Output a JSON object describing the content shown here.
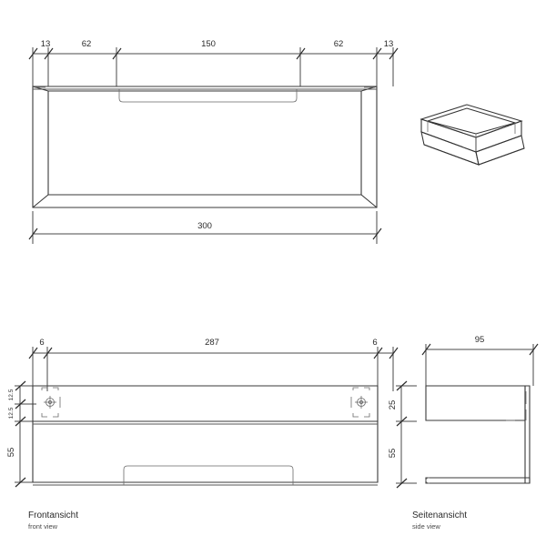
{
  "drawing": {
    "title": "Technical drawing - shelf / tray",
    "units": "mm",
    "line_color": "#3a3a3a",
    "dimension_color": "#4a4a4a",
    "text_color": "#2b2b2b",
    "background": "#ffffff"
  },
  "top_view": {
    "name": "top view",
    "upper_dimension_chain": [
      {
        "label": "13",
        "value": 13
      },
      {
        "label": "62",
        "value": 62
      },
      {
        "label": "150",
        "value": 150
      },
      {
        "label": "62",
        "value": 62
      },
      {
        "label": "13",
        "value": 13
      }
    ],
    "overall_dimension": {
      "label": "300",
      "value": 300
    }
  },
  "front_view": {
    "caption_de": "Frontansicht",
    "caption_en": "front view",
    "horizontal_dimensions": [
      {
        "label": "6",
        "value": 6
      },
      {
        "label": "287",
        "value": 287
      },
      {
        "label": "6",
        "value": 6
      }
    ],
    "vertical_dimensions": [
      {
        "label": "12.5",
        "value": 12.5
      },
      {
        "label": "12.5",
        "value": 12.5
      },
      {
        "label": "55",
        "value": 55
      }
    ]
  },
  "side_view": {
    "caption_de": "Seitenansicht",
    "caption_en": "side view",
    "horizontal_dimensions": [
      {
        "label": "95",
        "value": 95
      }
    ],
    "vertical_dimensions": [
      {
        "label": "25",
        "value": 25
      },
      {
        "label": "55",
        "value": 55
      }
    ]
  },
  "isometric_view": {
    "name": "isometric view"
  }
}
